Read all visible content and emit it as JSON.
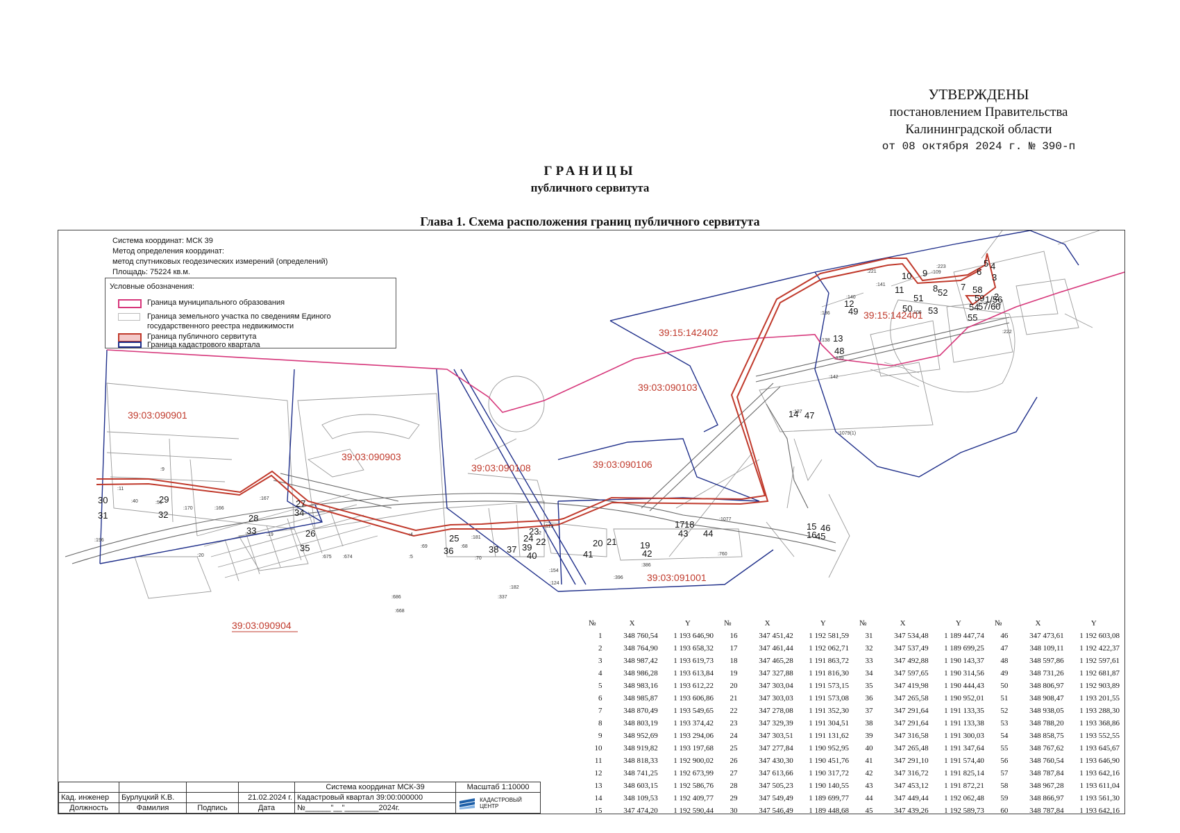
{
  "approval": {
    "line1": "УТВЕРЖДЕНЫ",
    "line2": "постановлением Правительства",
    "line3": "Калининградской области",
    "line4": "от 08 октября 2024 г. № 390-п"
  },
  "title": {
    "line1": "ГРАНИЦЫ",
    "line2": "публичного сервитута"
  },
  "chapter": "Глава 1. Схема расположения границ публичного сервитута",
  "info": {
    "line1": "Система координат: МСК 39",
    "line2": "Метод определения координат:",
    "line3": "метод спутниковых геодезических измерений (определений)",
    "line4": "Площадь: 75224 кв.м."
  },
  "legend": {
    "title": "Условные обозначения:",
    "items": [
      {
        "label": "Граница муниципального образования",
        "color": "#d6367a"
      },
      {
        "label": "Граница земельного участка по сведениям Единого государственного реестра недвижимости",
        "color": "#bbbbbb"
      },
      {
        "label": "Граница публичного сервитута",
        "color": "#c0392b"
      },
      {
        "label": "Граница кадастрового квартала",
        "color": "#1f2f8a"
      }
    ]
  },
  "map_labels": {
    "q090901": "39:03:090901",
    "q090903": "39:03:090903",
    "q090108": "39:03:090108",
    "q090106": "39:03:090106",
    "q090103": "39:03:090103",
    "q091001": "39:03:091001",
    "q090904": "39:03:090904",
    "q142402": "39:15:142402",
    "q142401": "39:15:142401",
    "points": [
      "1/56",
      "2",
      "3",
      "4",
      "5",
      "6",
      "7",
      "8",
      "9",
      "10",
      "11",
      "12",
      "13",
      "14",
      "15",
      "16",
      "17",
      "18",
      "19",
      "20",
      "21",
      "22",
      "23",
      "24",
      "25",
      "26",
      "27",
      "28",
      "29",
      "30",
      "31",
      "32",
      "33",
      "34",
      "35",
      "36",
      "37",
      "38",
      "39",
      "40",
      "41",
      "42",
      "43",
      "44",
      "45",
      "46",
      "47",
      "48",
      "49",
      "50",
      "51",
      "52",
      "53",
      "54",
      "55",
      "57/60",
      "58",
      "59"
    ],
    "parcels": [
      ":9",
      ":11",
      ":40",
      ":51",
      ":170",
      ":166",
      ":167",
      ":196",
      ":19",
      ":20",
      ":4",
      ":5",
      ":69",
      ":68",
      ":70",
      ":181",
      ":2",
      ":113",
      ":154",
      ":124",
      ":337",
      ":182",
      ":760",
      ":1077",
      ":386",
      ":396",
      ":106",
      ":109",
      ":107",
      ":222",
      ":221",
      ":223",
      ":141",
      ":140",
      ":136",
      ":138",
      ":139",
      ":142",
      ":137",
      ":1079(1)",
      ":686",
      ":668",
      ":675",
      ":674"
    ]
  },
  "coords_header": {
    "n": "№",
    "x": "X",
    "y": "Y"
  },
  "coords": [
    [
      "1",
      "348 760,54",
      "1 193 646,90"
    ],
    [
      "2",
      "348 764,90",
      "1 193 658,32"
    ],
    [
      "3",
      "348 987,42",
      "1 193 619,73"
    ],
    [
      "4",
      "348 986,28",
      "1 193 613,84"
    ],
    [
      "5",
      "348 983,16",
      "1 193 612,22"
    ],
    [
      "6",
      "348 985,87",
      "1 193 606,86"
    ],
    [
      "7",
      "348 870,49",
      "1 193 549,65"
    ],
    [
      "8",
      "348 803,19",
      "1 193 374,42"
    ],
    [
      "9",
      "348 952,69",
      "1 193 294,06"
    ],
    [
      "10",
      "348 919,82",
      "1 193 197,68"
    ],
    [
      "11",
      "348 818,33",
      "1 192 900,02"
    ],
    [
      "12",
      "348 741,25",
      "1 192 673,99"
    ],
    [
      "13",
      "348 603,15",
      "1 192 586,76"
    ],
    [
      "14",
      "348 109,53",
      "1 192 409,77"
    ],
    [
      "15",
      "347 474,20",
      "1 192 590,44"
    ],
    [
      "16",
      "347 451,42",
      "1 192 581,59"
    ],
    [
      "17",
      "347 461,44",
      "1 192 062,71"
    ],
    [
      "18",
      "347 465,28",
      "1 191 863,72"
    ],
    [
      "19",
      "347 327,88",
      "1 191 816,30"
    ],
    [
      "20",
      "347 303,04",
      "1 191 573,15"
    ],
    [
      "21",
      "347 303,03",
      "1 191 573,08"
    ],
    [
      "22",
      "347 278,08",
      "1 191 352,30"
    ],
    [
      "23",
      "347 329,39",
      "1 191 304,51"
    ],
    [
      "24",
      "347 303,51",
      "1 191 131,62"
    ],
    [
      "25",
      "347 277,84",
      "1 190 952,95"
    ],
    [
      "26",
      "347 430,30",
      "1 190 451,76"
    ],
    [
      "27",
      "347 613,66",
      "1 190 317,72"
    ],
    [
      "28",
      "347 505,23",
      "1 190 140,55"
    ],
    [
      "29",
      "347 549,49",
      "1 189 699,77"
    ],
    [
      "30",
      "347 546,49",
      "1 189 448,68"
    ],
    [
      "31",
      "347 534,48",
      "1 189 447,74"
    ],
    [
      "32",
      "347 537,49",
      "1 189 699,25"
    ],
    [
      "33",
      "347 492,88",
      "1 190 143,37"
    ],
    [
      "34",
      "347 597,65",
      "1 190 314,56"
    ],
    [
      "35",
      "347 419,98",
      "1 190 444,43"
    ],
    [
      "36",
      "347 265,58",
      "1 190 952,01"
    ],
    [
      "37",
      "347 291,64",
      "1 191 133,35"
    ],
    [
      "38",
      "347 291,64",
      "1 191 133,38"
    ],
    [
      "39",
      "347 316,58",
      "1 191 300,03"
    ],
    [
      "40",
      "347 265,48",
      "1 191 347,64"
    ],
    [
      "41",
      "347 291,10",
      "1 191 574,40"
    ],
    [
      "42",
      "347 316,72",
      "1 191 825,14"
    ],
    [
      "43",
      "347 453,12",
      "1 191 872,21"
    ],
    [
      "44",
      "347 449,44",
      "1 192 062,48"
    ],
    [
      "45",
      "347 439,26",
      "1 192 589,73"
    ],
    [
      "46",
      "347 473,61",
      "1 192 603,08"
    ],
    [
      "47",
      "348 109,11",
      "1 192 422,37"
    ],
    [
      "48",
      "348 597,86",
      "1 192 597,61"
    ],
    [
      "49",
      "348 731,26",
      "1 192 681,87"
    ],
    [
      "50",
      "348 806,97",
      "1 192 903,89"
    ],
    [
      "51",
      "348 908,47",
      "1 193 201,55"
    ],
    [
      "52",
      "348 938,05",
      "1 193 288,30"
    ],
    [
      "53",
      "348 788,20",
      "1 193 368,86"
    ],
    [
      "54",
      "348 858,75",
      "1 193 552,55"
    ],
    [
      "55",
      "348 767,62",
      "1 193 645,67"
    ],
    [
      "56",
      "348 760,54",
      "1 193 646,90"
    ],
    [
      "57",
      "348 787,84",
      "1 193 642,16"
    ],
    [
      "58",
      "348 967,28",
      "1 193 611,04"
    ],
    [
      "59",
      "348 866,97",
      "1 193 561,30"
    ],
    [
      "60",
      "348 787,84",
      "1 193 642,16"
    ]
  ],
  "stamp": {
    "coord_system": "Система координат МСК-39",
    "scale": "Масштаб 1:10000",
    "role": "Кад. инженер",
    "name": "Бурлуцкий К.В.",
    "date": "21.02.2024 г.",
    "quarter": "Кадастровый квартал 39:00:000000",
    "h_position": "Должность",
    "h_surname": "Фамилия",
    "h_signature": "Подпись",
    "h_date": "Дата",
    "number": "№______\"__\"________2024г.",
    "logo_line1": "КАДАСТРОВЫЙ",
    "logo_line2": "ЦЕНТР",
    "logo_color": "#1d5fa8"
  }
}
